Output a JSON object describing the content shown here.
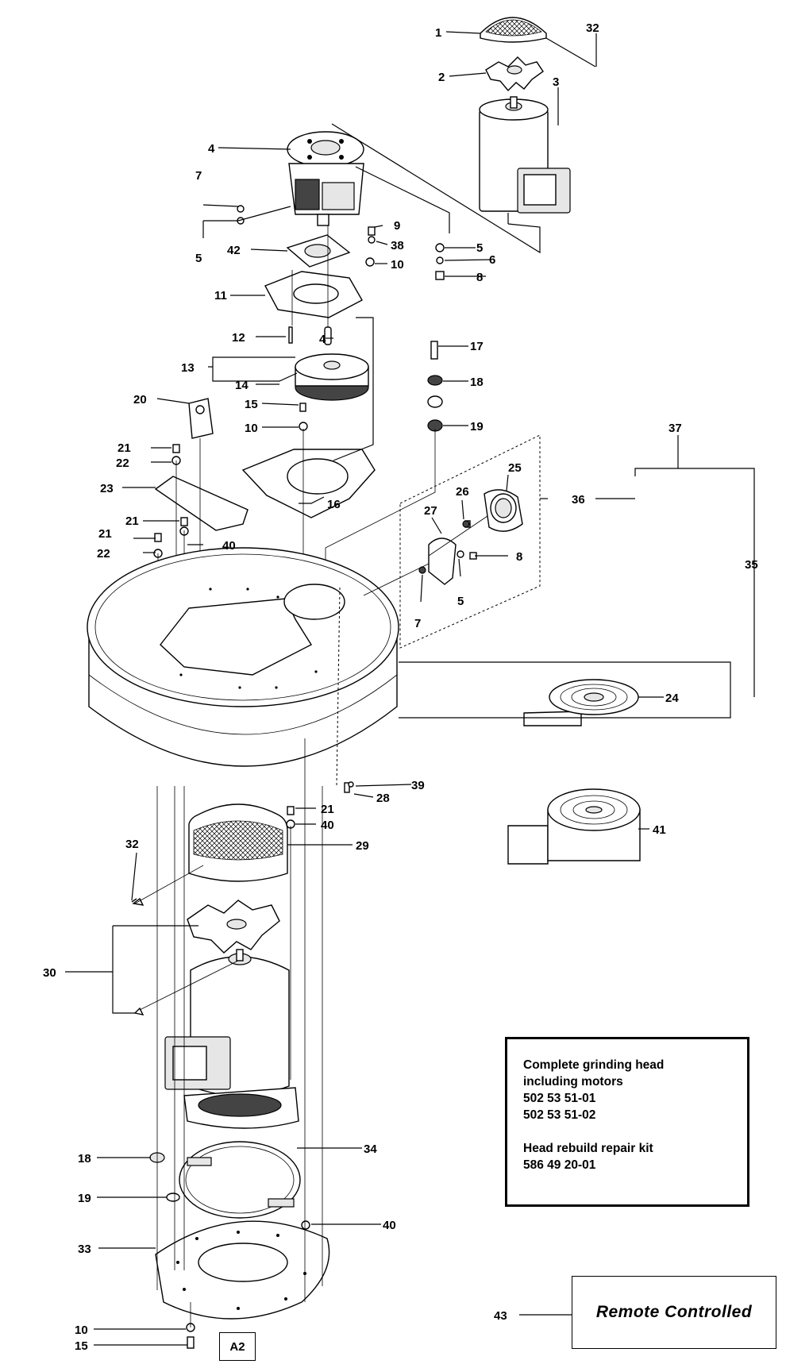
{
  "callouts": [
    {
      "id": "c1",
      "text": "1"
    },
    {
      "id": "c2",
      "text": "2"
    },
    {
      "id": "c3",
      "text": "3"
    },
    {
      "id": "c32a",
      "text": "32"
    },
    {
      "id": "c4a",
      "text": "4"
    },
    {
      "id": "c7a",
      "text": "7"
    },
    {
      "id": "c5a",
      "text": "5"
    },
    {
      "id": "c9",
      "text": "9"
    },
    {
      "id": "c38",
      "text": "38"
    },
    {
      "id": "c10a",
      "text": "10"
    },
    {
      "id": "c42",
      "text": "42"
    },
    {
      "id": "c5b",
      "text": "5"
    },
    {
      "id": "c6",
      "text": "6"
    },
    {
      "id": "c8a",
      "text": "8"
    },
    {
      "id": "c11",
      "text": "11"
    },
    {
      "id": "c12",
      "text": "12"
    },
    {
      "id": "c4b",
      "text": "4"
    },
    {
      "id": "c13",
      "text": "13"
    },
    {
      "id": "c14",
      "text": "14"
    },
    {
      "id": "c17",
      "text": "17"
    },
    {
      "id": "c18a",
      "text": "18"
    },
    {
      "id": "c19a",
      "text": "19"
    },
    {
      "id": "c20",
      "text": "20"
    },
    {
      "id": "c15a",
      "text": "15"
    },
    {
      "id": "c10b",
      "text": "10"
    },
    {
      "id": "c21a",
      "text": "21"
    },
    {
      "id": "c22a",
      "text": "22"
    },
    {
      "id": "c23",
      "text": "23"
    },
    {
      "id": "c16",
      "text": "16"
    },
    {
      "id": "c37",
      "text": "37"
    },
    {
      "id": "c25",
      "text": "25"
    },
    {
      "id": "c26",
      "text": "26"
    },
    {
      "id": "c27",
      "text": "27"
    },
    {
      "id": "c36",
      "text": "36"
    },
    {
      "id": "c21b",
      "text": "21"
    },
    {
      "id": "c40a",
      "text": "40"
    },
    {
      "id": "c22b",
      "text": "22"
    },
    {
      "id": "c21c",
      "text": "21"
    },
    {
      "id": "c8b",
      "text": "8"
    },
    {
      "id": "c35",
      "text": "35"
    },
    {
      "id": "c5c",
      "text": "5"
    },
    {
      "id": "c7b",
      "text": "7"
    },
    {
      "id": "c24",
      "text": "24"
    },
    {
      "id": "c39",
      "text": "39"
    },
    {
      "id": "c28",
      "text": "28"
    },
    {
      "id": "c21d",
      "text": "21"
    },
    {
      "id": "c40b",
      "text": "40"
    },
    {
      "id": "c29",
      "text": "29"
    },
    {
      "id": "c32b",
      "text": "32"
    },
    {
      "id": "c41",
      "text": "41"
    },
    {
      "id": "c30",
      "text": "30"
    },
    {
      "id": "c34",
      "text": "34"
    },
    {
      "id": "c18b",
      "text": "18"
    },
    {
      "id": "c19b",
      "text": "19"
    },
    {
      "id": "c40c",
      "text": "40"
    },
    {
      "id": "c33",
      "text": "33"
    },
    {
      "id": "c43",
      "text": "43"
    },
    {
      "id": "c10c",
      "text": "10"
    },
    {
      "id": "c15b",
      "text": "15"
    }
  ],
  "info_box": {
    "line1": "Complete grinding head",
    "line2": "including motors",
    "line3": "502 53 51-01",
    "line4": "502 53 51-02",
    "line5": "Head rebuild repair kit",
    "line6": "586 49 20-01"
  },
  "remote_label": "Remote Controlled",
  "bottom_tag": "A2"
}
